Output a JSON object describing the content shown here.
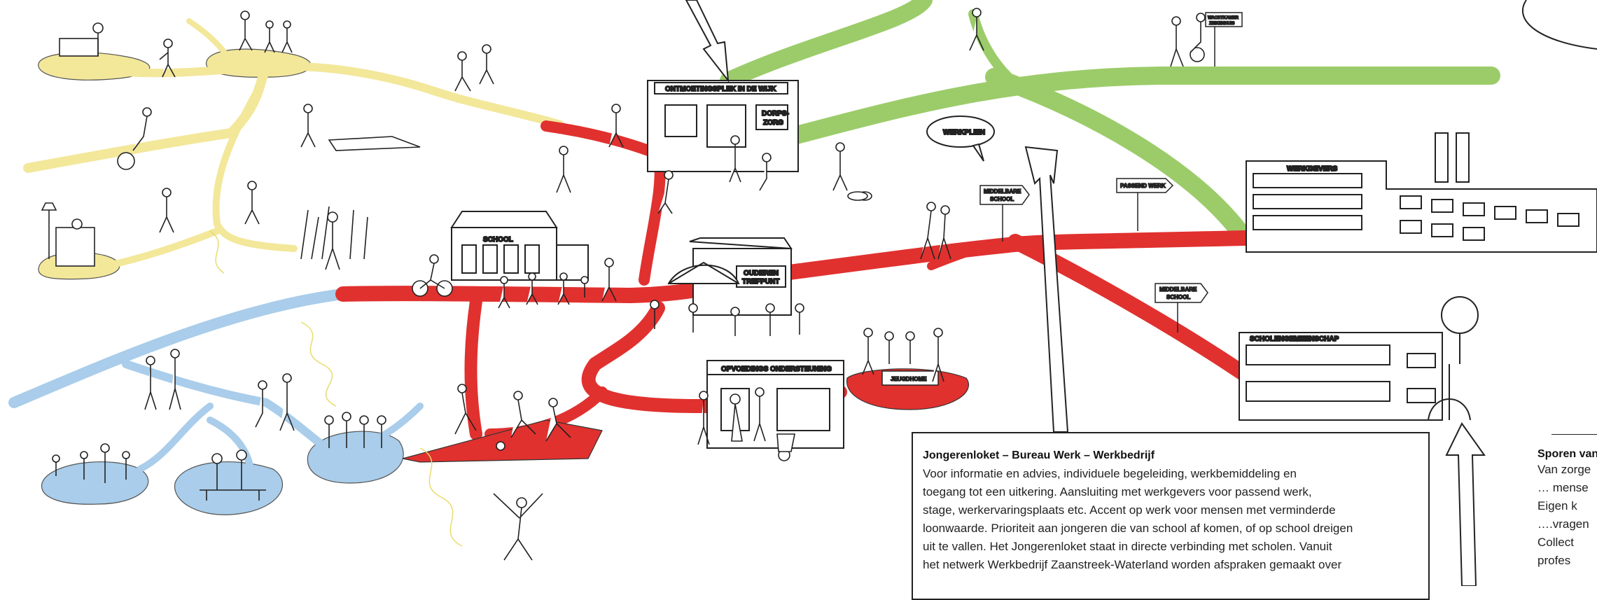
{
  "labels": {
    "ontmoetingsplek": "ONTMOETINGSPLEK IN DE WIJK",
    "dorpszorg_1": "DORPS-",
    "dorpszorg_2": "ZORG",
    "school": "SCHOOL",
    "ouderen_1": "OUDEREN",
    "ouderen_2": "TREFPUNT",
    "opvoeding": "OPVOEDINGS ONDERSTEUNING",
    "jeugdhome": "JEUGDHOME",
    "werkplein": "WERKPLEIN",
    "middelbare_school_1": "MIDDELBARE",
    "middelbare_school_2": "SCHOOL",
    "passend_werk": "PASSEND WERK",
    "werkgevers": "WERKGEVERS",
    "scholengemeenschap": "SCHOLENGEMEENSCHAP",
    "wachtkamer_1": "WACHTKAMER",
    "wachtkamer_2": "ZIEKENHUIS"
  },
  "info_box": {
    "title": "Jongerenloket – Bureau Werk – Werkbedrijf",
    "lines": [
      "Voor informatie en advies, individuele begeleiding, werkbemiddeling en",
      "toegang tot een uitkering. Aansluiting met werkgevers voor passend werk,",
      "stage, werkervaringsplaats etc. Accent op werk voor mensen met verminderde",
      "loonwaarde. Prioriteit aan jongeren die van school af komen, of op school dreigen",
      "uit te vallen. Het Jongerenloket staat in directe verbinding met scholen. Vanuit",
      "het netwerk Werkbedrijf Zaanstreek-Waterland worden afspraken gemaakt over"
    ]
  },
  "side_text": {
    "title": "Sporen van",
    "lines": [
      "Van zorge",
      "… mense",
      "   Eigen k",
      "….vragen",
      "   Collect",
      "   profes"
    ]
  },
  "colors": {
    "red_path": "#e0312f",
    "yellow_path": "#f3e79a",
    "blue_path": "#a9cdea",
    "green_path": "#9ccc6a"
  }
}
